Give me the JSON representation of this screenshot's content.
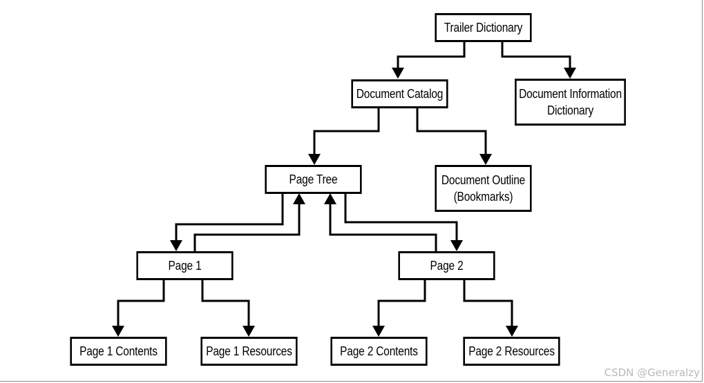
{
  "nodes": {
    "trailer": "Trailer Dictionary",
    "catalog": "Document Catalog",
    "info": "Document Information\nDictionary",
    "page_tree": "Page Tree",
    "outline": "Document Outline\n(Bookmarks)",
    "page1": "Page 1",
    "page2": "Page 2",
    "page1_contents": "Page 1 Contents",
    "page1_resources": "Page 1 Resources",
    "page2_contents": "Page 2 Contents",
    "page2_resources": "Page 2 Resources"
  },
  "watermark": "CSDN @Generalzy"
}
